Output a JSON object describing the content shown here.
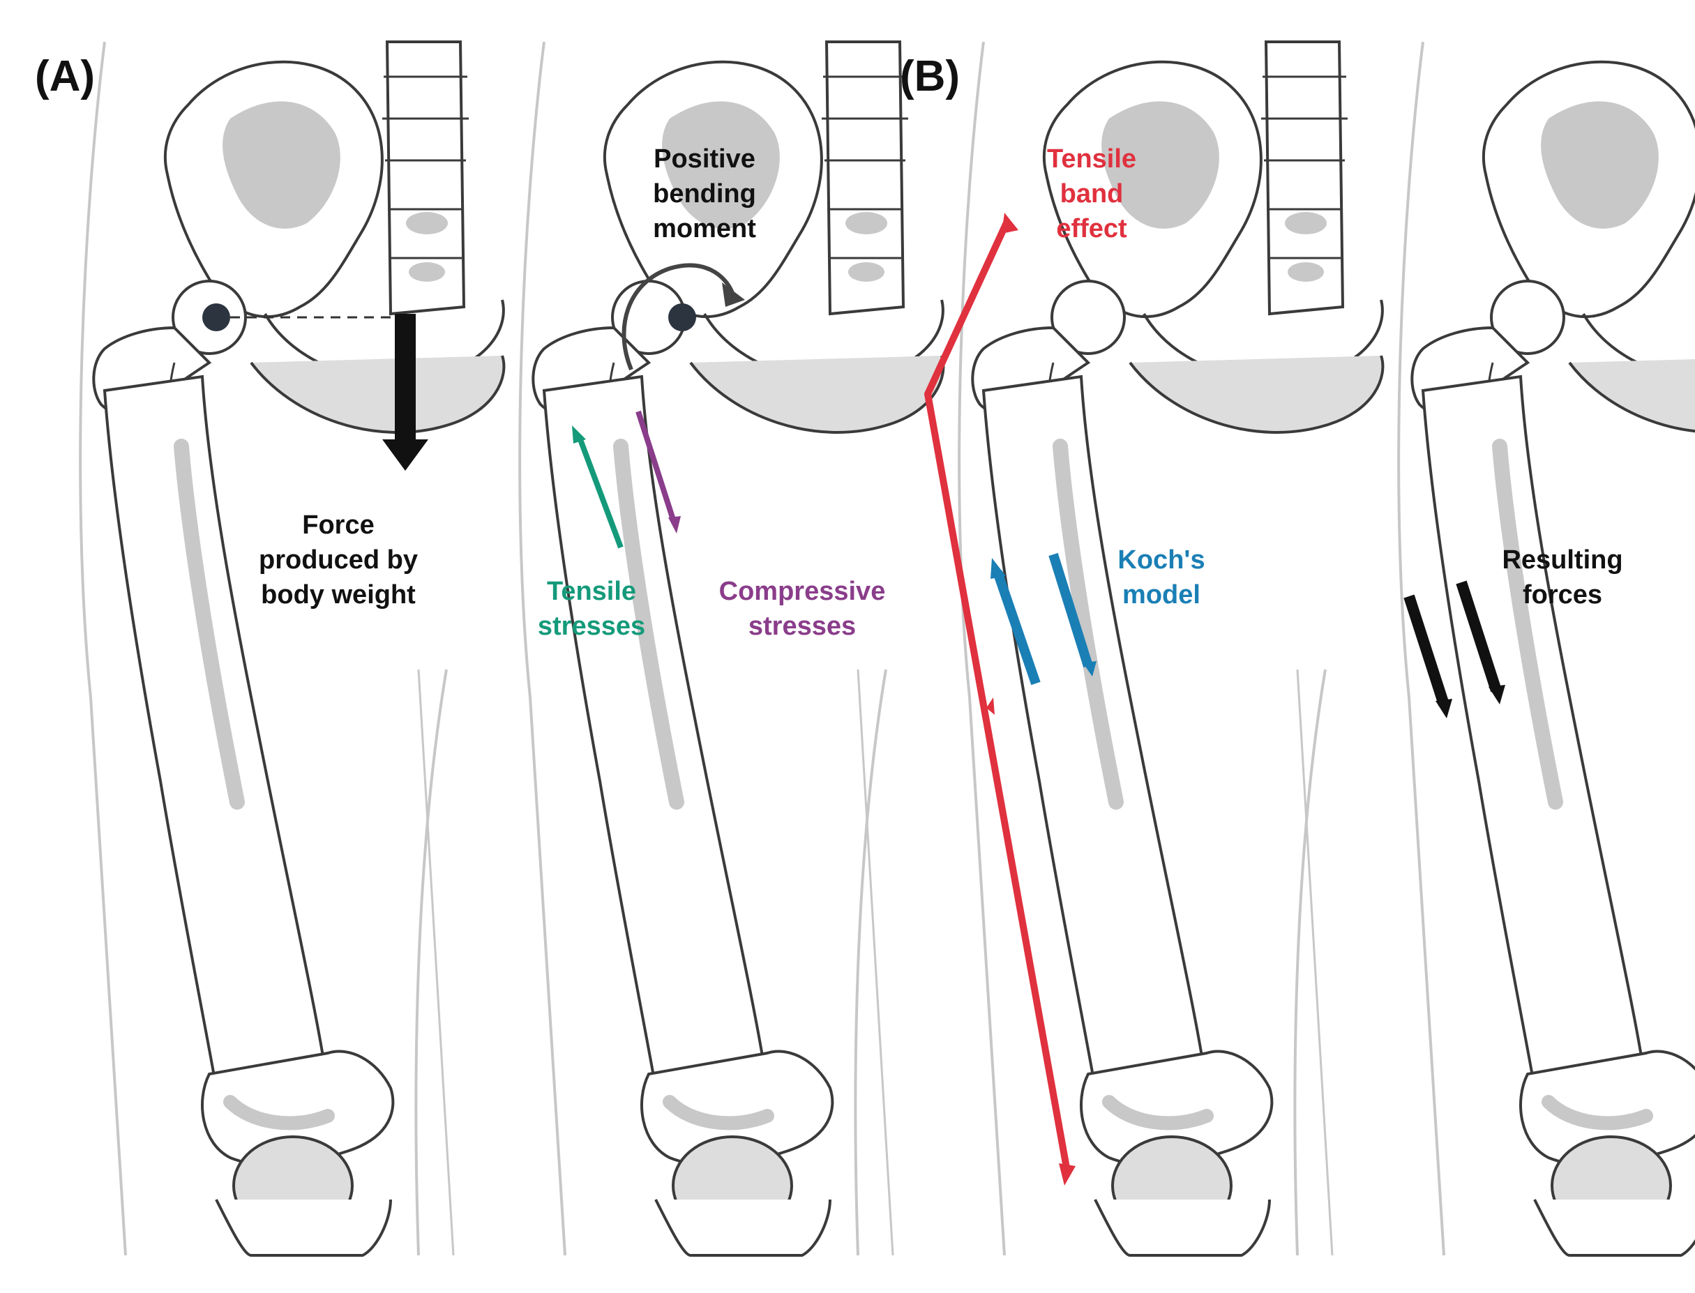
{
  "figure": {
    "panel_labels": [
      "(A)",
      "(B)"
    ],
    "colors": {
      "bone_outline": "#3a3a3a",
      "bone_shade": "#c8c8c8",
      "skin_outline": "#bdbdbd",
      "black": "#111111",
      "joint_dot": "#2c3440",
      "tensile": "#149a7a",
      "compressive": "#8a3d8a",
      "tensile_band": "#e0313e",
      "koch": "#1a7fb5"
    },
    "labels": {
      "force_line1": "Force",
      "force_line2": "produced by",
      "force_line3": "body weight",
      "moment_line1": "Positive",
      "moment_line2": "bending",
      "moment_line3": "moment",
      "tensile_line1": "Tensile",
      "tensile_line2": "stresses",
      "compressive_line1": "Compressive",
      "compressive_line2": "stresses",
      "band_line1": "Tensile",
      "band_line2": "band",
      "band_line3": "effect",
      "koch_line1": "Koch's",
      "koch_line2": "model",
      "result_line1": "Resulting",
      "result_line2": "forces"
    },
    "icons": [
      "hip-joint-dot-icon",
      "body-weight-arrow-icon",
      "bending-moment-arrow-icon",
      "stress-arrow-icon"
    ]
  }
}
